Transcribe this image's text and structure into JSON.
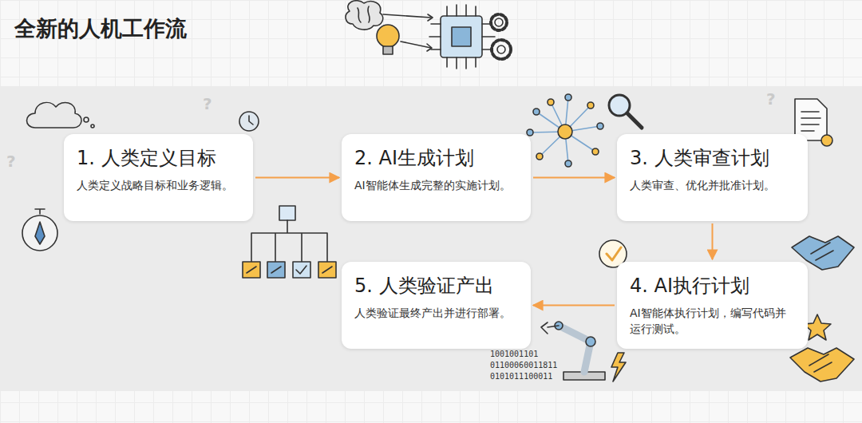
{
  "diagram": {
    "title": "全新的人机工作流",
    "nodes": [
      {
        "text": [
          "1. 人类定义目标",
          "人类定义战略目标和业务逻辑。"
        ]
      },
      {
        "text": [
          "2. AI生成计划",
          "AI智能体生成完整的实施计划。"
        ]
      },
      {
        "text": [
          "3. 人类审查计划",
          "人类审查、优化并批准计划。"
        ]
      },
      {
        "text": [
          "4. AI执行计划",
          "AI智能体执行计划，编写代码并运行测试。"
        ]
      },
      {
        "text": [
          "5. 人类验证产出",
          "人类验证最终产出并进行部署。"
        ]
      }
    ],
    "edges": [
      {
        "from": 0,
        "to": 1,
        "arrow": "to"
      },
      {
        "from": 1,
        "to": 2,
        "arrow": "to"
      },
      {
        "from": 2,
        "to": 3,
        "arrow": "to"
      },
      {
        "from": 3,
        "to": 4,
        "arrow": "to"
      }
    ],
    "labels": [
      "1001001101",
      "01100060011811",
      "0101011100011",
      "?",
      "?",
      "?"
    ]
  }
}
